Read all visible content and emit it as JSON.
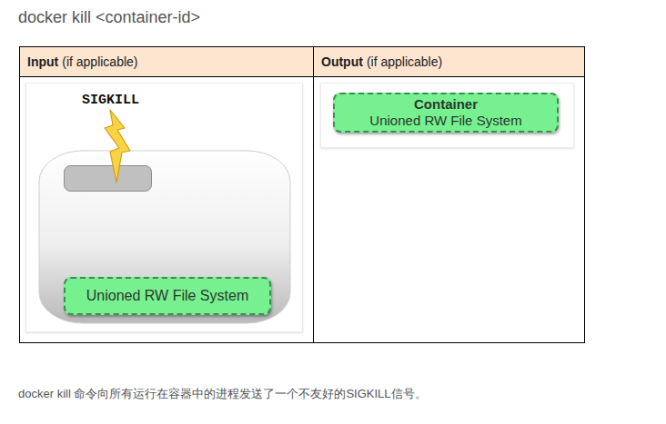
{
  "diagram": {
    "title": "docker kill <container-id>",
    "caption": "docker kill 命令向所有运行在容器中的进程发送了一个不友好的SIGKILL信号。",
    "nodes": [
      {
        "text": [
          "Input",
          "(if applicable)"
        ]
      },
      {
        "text": [
          "Output",
          "(if applicable)"
        ]
      },
      {
        "text": [
          "Unioned RW File System"
        ]
      },
      {
        "text": [
          "Container",
          "Unioned RW File System"
        ]
      }
    ],
    "labels": [
      "SIGKILL"
    ]
  }
}
